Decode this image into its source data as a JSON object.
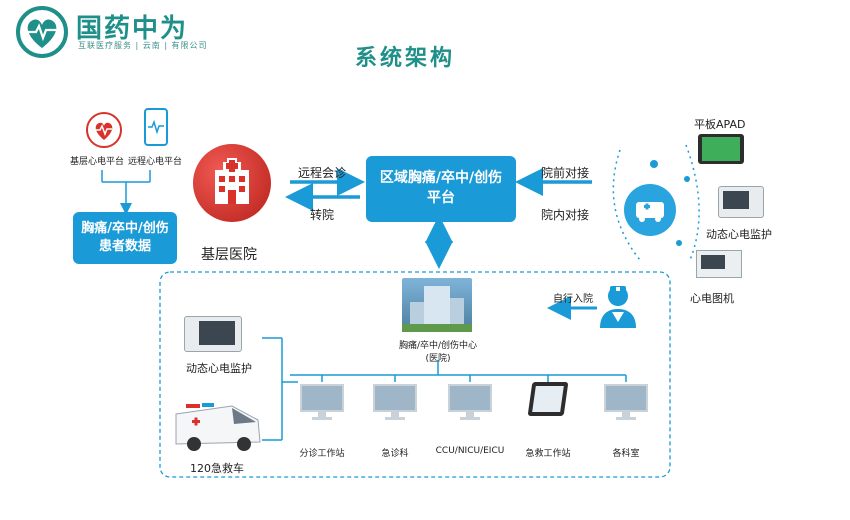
{
  "header": {
    "logo_name": "国药中为",
    "logo_sub": "互联医疗服务 | 云南 | 有限公司",
    "page_title": "系统架构"
  },
  "left": {
    "device1_label": "基层心电平台",
    "device2_label": "远程心电平台",
    "data_box": [
      "胸痛/卒中/创伤",
      "患者数据"
    ],
    "hospital_label": "基层医院",
    "arrow_top_label": "远程会诊",
    "arrow_bottom_label": "转院"
  },
  "center": {
    "platform": [
      "区域胸痛/卒中/创伤",
      "平台"
    ],
    "center_label": [
      "胸痛/卒中/创伤中心",
      "(医院)"
    ],
    "self_label": "自行入院"
  },
  "right": {
    "arrow_top_label": "院前对接",
    "arrow_bottom_label": "院内对接",
    "tablet_label": "平板APAD",
    "holter_label": "动态心电监护",
    "ecg_label": "心电图机"
  },
  "bottom": {
    "holter_label": "动态心电监护",
    "ambulance_label": "120急救车",
    "stations": [
      "分诊工作站",
      "急诊科",
      "CCU/NICU/EICU",
      "急救工作站",
      "各科室"
    ]
  },
  "colors": {
    "accent": "#1a9ad6",
    "brand": "#1f8f8a",
    "hospital_red": "#d9322b"
  }
}
